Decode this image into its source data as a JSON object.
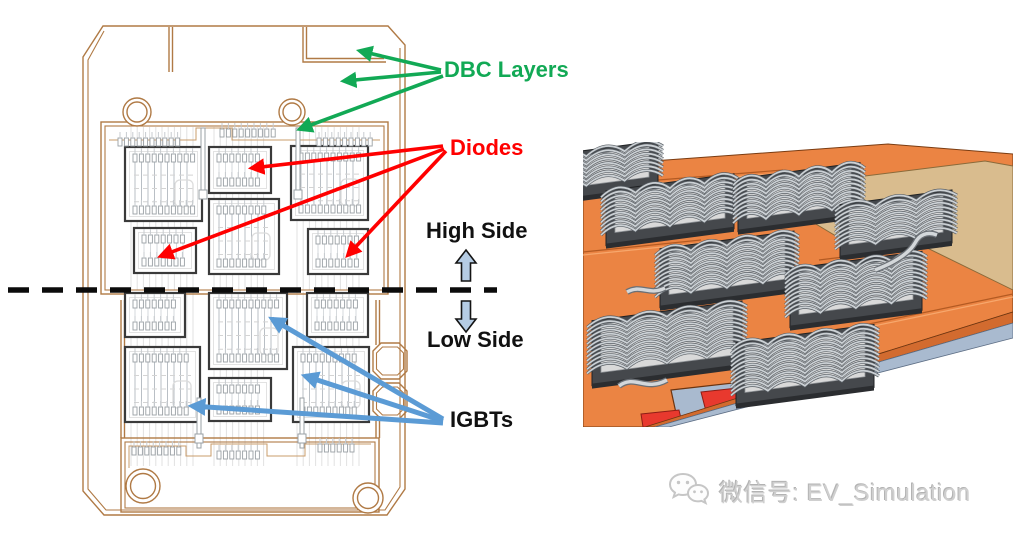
{
  "annotations": {
    "dbc_layers": "DBC Layers",
    "diodes": "Diodes",
    "high_side": "High Side",
    "low_side": "Low Side",
    "igbts": "IGBTs"
  },
  "watermark": {
    "text": "微信号: EV_Simulation",
    "icon": "wechat-icon"
  },
  "colors": {
    "dbc_label_green": "#12A955",
    "diode_label_red": "#FF0000",
    "igbt_arrow_blue": "#5B9BD5",
    "layout_copper_outline": "#B07A45",
    "divider_black": "#0B0B0B",
    "side_block_arrow_fill": "#B5CCE4",
    "render_copper_orange": "#EB8443",
    "render_ceramic_tan": "#D9BC8E",
    "render_chip_frame": "#45484C",
    "render_die_gray": "#D9D9D9",
    "render_wire_silver": "#CCD1D5",
    "render_pad_red": "#E8392E",
    "render_pad_maroon": "#8D4A45",
    "render_substrate_blue": "#A9BACF",
    "watermark_gray": "#CFCFCF"
  }
}
